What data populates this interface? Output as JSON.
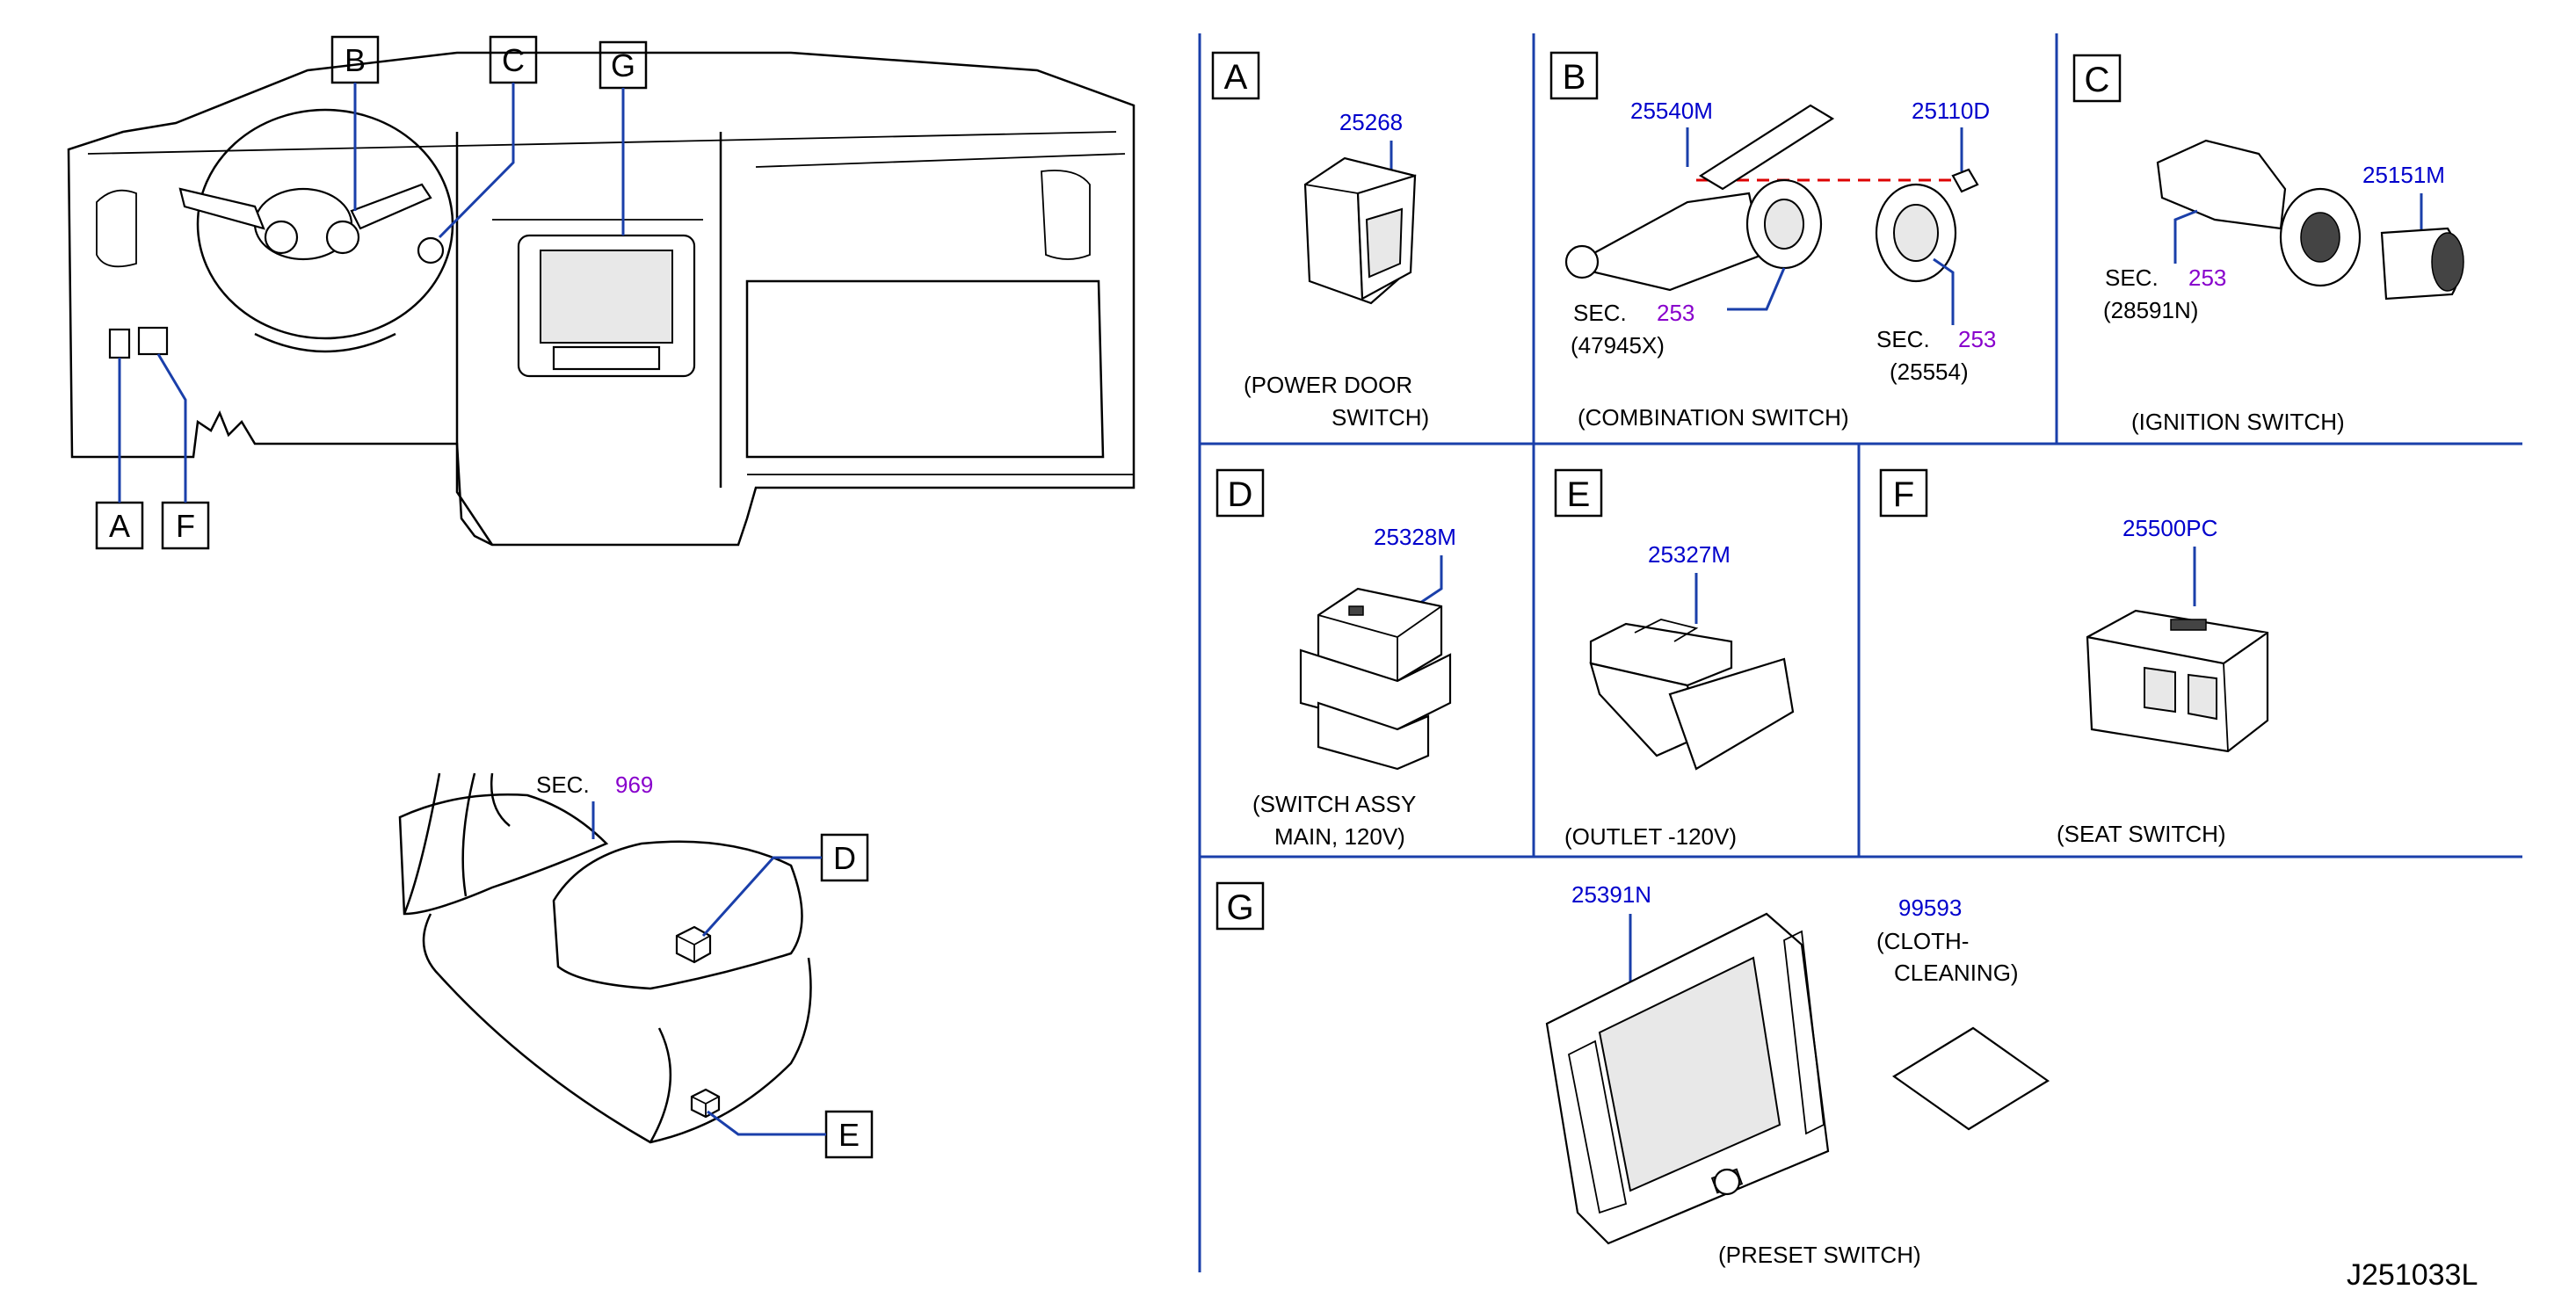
{
  "drawing_id": "J251033L",
  "vehicle_view": {
    "callouts": [
      "A",
      "B",
      "C",
      "G",
      "F"
    ],
    "console_callouts": [
      "D",
      "E"
    ],
    "sec_label": "SEC.",
    "sec_number": "969"
  },
  "panels": [
    {
      "letter": "A",
      "part_number": "25268",
      "name_line1": "(POWER   DOOR",
      "name_line2": "SWITCH)"
    },
    {
      "letter": "B",
      "part_numbers": [
        "25540M",
        "25110D"
      ],
      "sec_left_label": "SEC.",
      "sec_left_number": "253",
      "sec_left_ref": "(47945X)",
      "sec_right_label": "SEC.",
      "sec_right_number": "253",
      "sec_right_ref": "(25554)",
      "name": "(COMBINATION   SWITCH)"
    },
    {
      "letter": "C",
      "part_number": "25151M",
      "sec_label": "SEC.",
      "sec_number": "253",
      "sec_ref": "(28591N)",
      "name": "(IGNITION   SWITCH)"
    },
    {
      "letter": "D",
      "part_number": "25328M",
      "name_line1": "(SWITCH   ASSY",
      "name_line2": "MAIN,   120V)"
    },
    {
      "letter": "E",
      "part_number": "25327M",
      "name": "(OUTLET      -120V)"
    },
    {
      "letter": "F",
      "part_number": "25500PC",
      "name": "(SEAT   SWITCH)"
    },
    {
      "letter": "G",
      "part_numbers": [
        "25391N",
        "99593"
      ],
      "cloth_line1": "(CLOTH-",
      "cloth_line2": "CLEANING)",
      "name": "(PRESET   SWITCH)"
    }
  ],
  "colors": {
    "part_number": "#0000cc",
    "section_number": "#8800cc",
    "leader": "#1a3faa",
    "dashed_leader": "#dd0000"
  }
}
